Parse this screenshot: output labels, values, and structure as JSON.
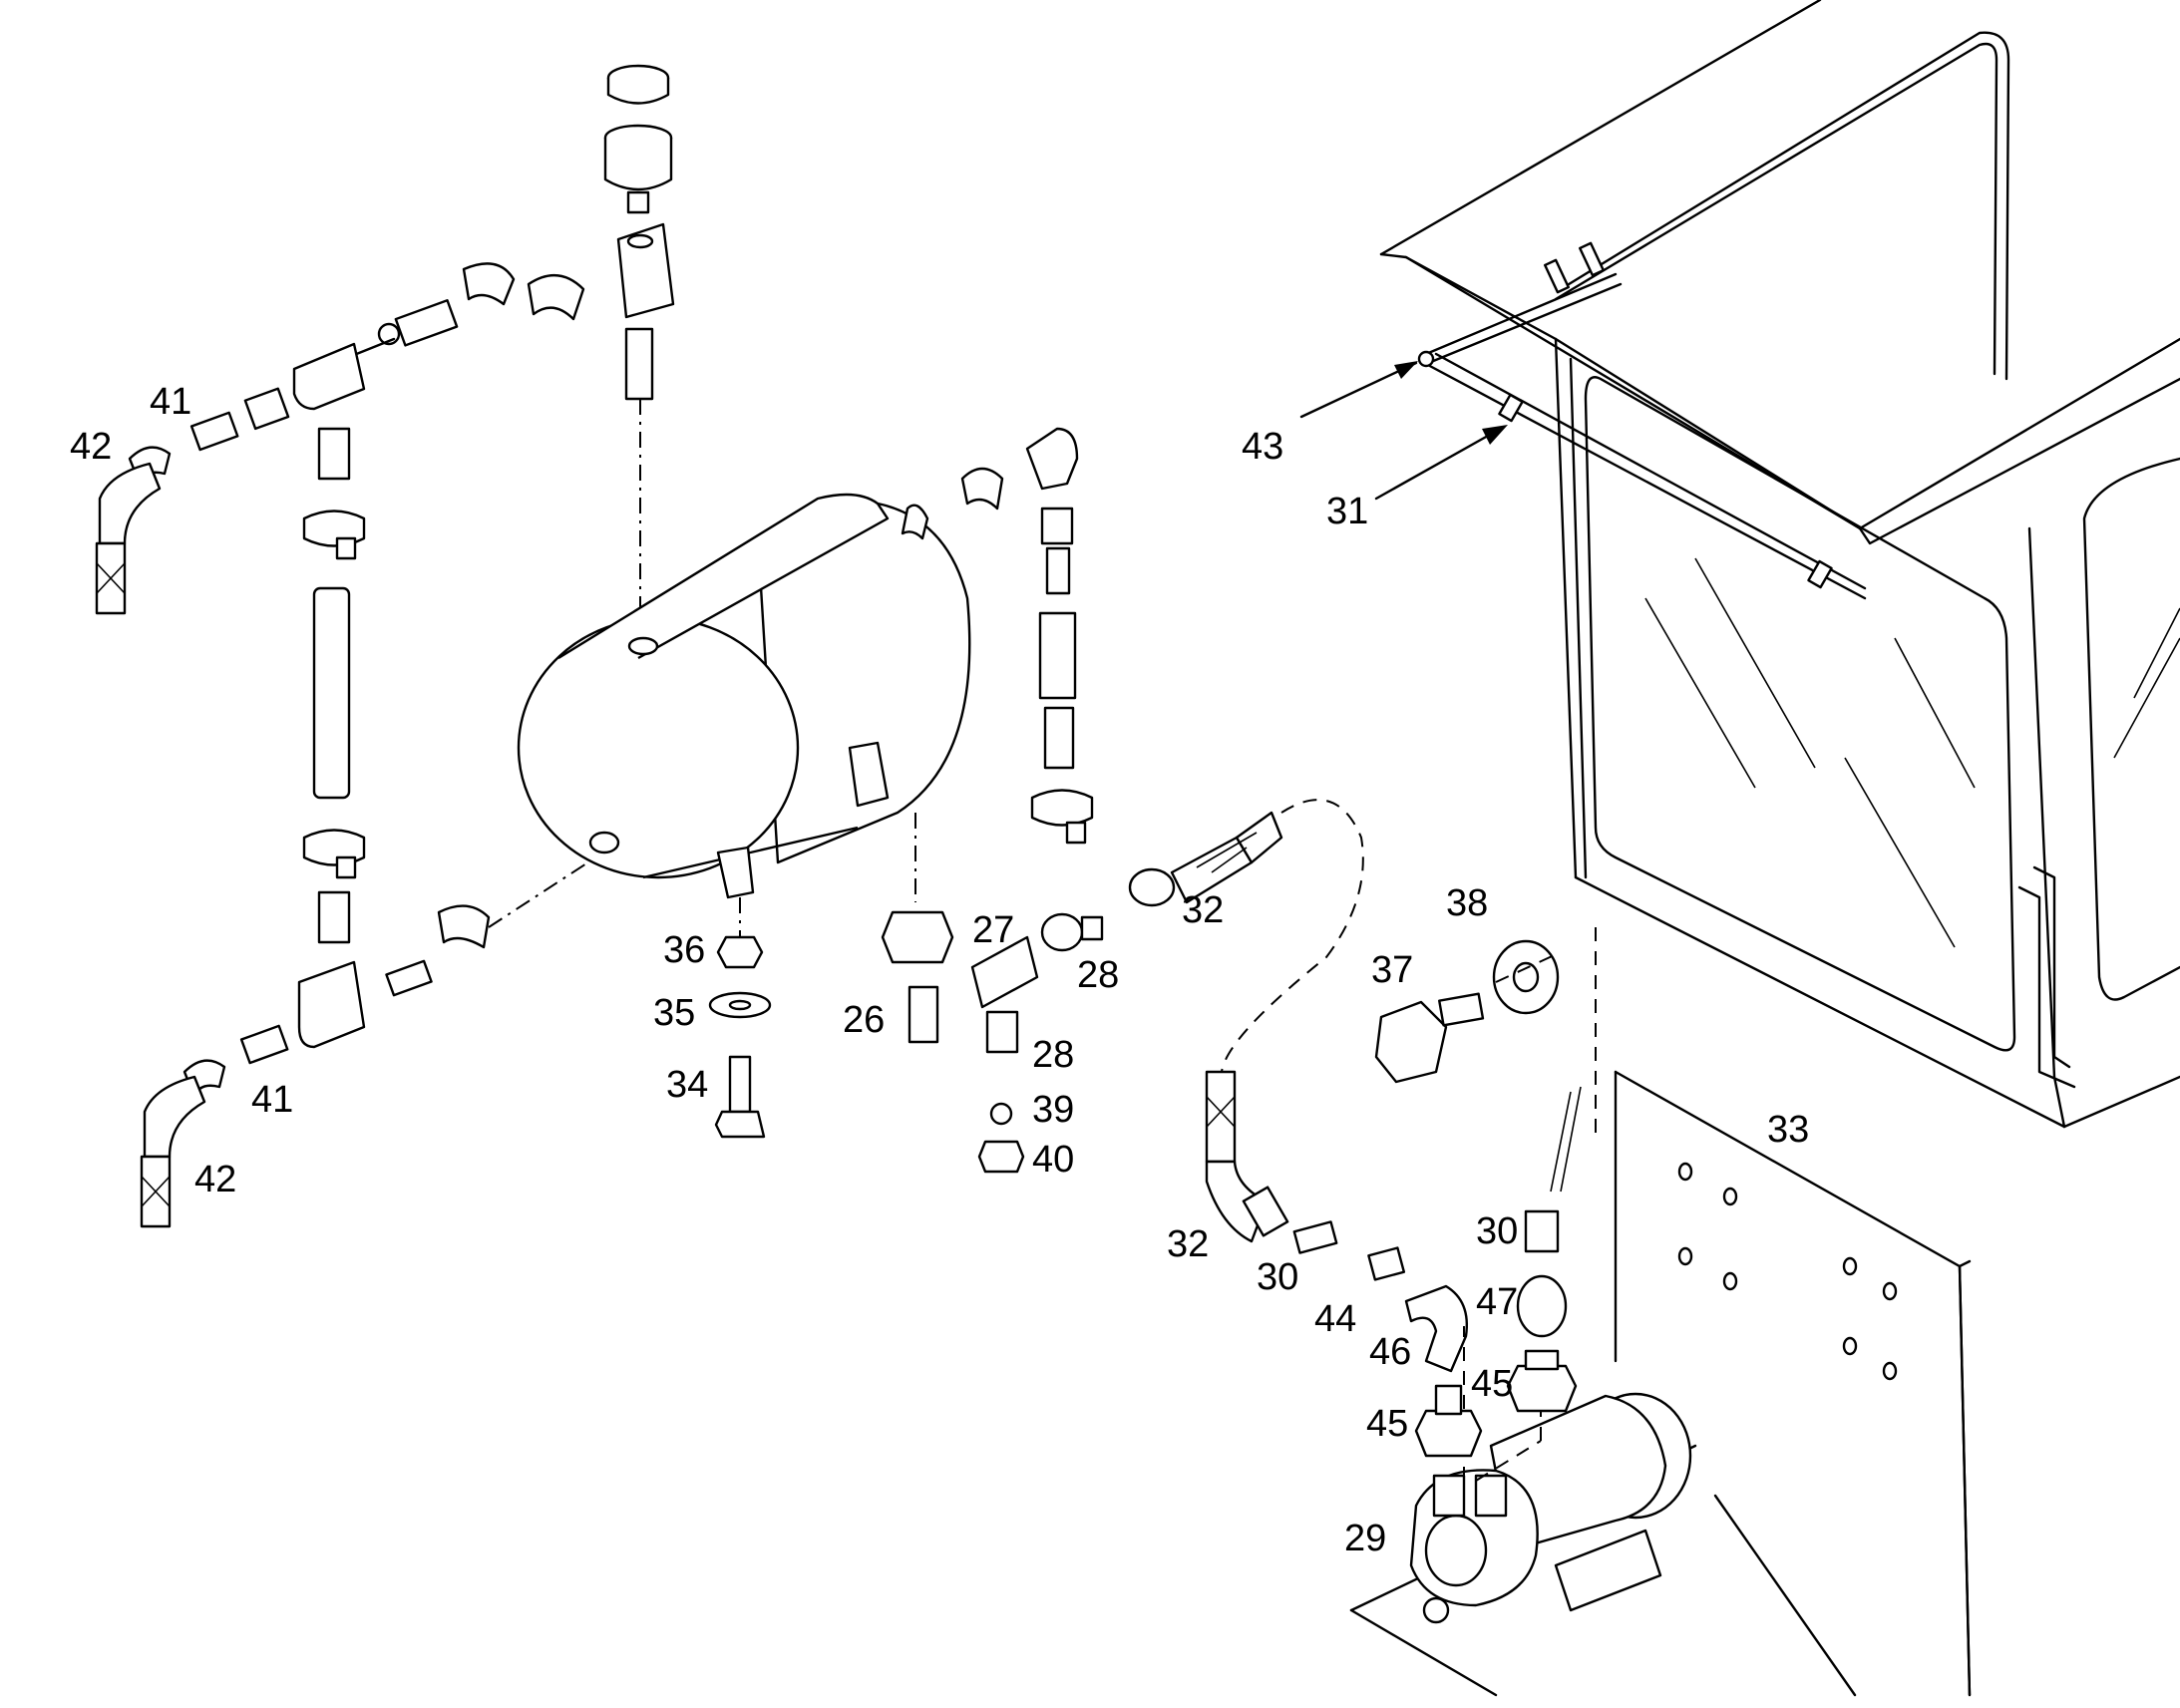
{
  "callouts": [
    {
      "id": "c41a",
      "label": "41"
    },
    {
      "id": "c42a",
      "label": "42"
    },
    {
      "id": "c41b",
      "label": "41"
    },
    {
      "id": "c42b",
      "label": "42"
    },
    {
      "id": "c43",
      "label": "43"
    },
    {
      "id": "c31",
      "label": "31"
    },
    {
      "id": "c32a",
      "label": "32"
    },
    {
      "id": "c38",
      "label": "38"
    },
    {
      "id": "c37",
      "label": "37"
    },
    {
      "id": "c36",
      "label": "36"
    },
    {
      "id": "c35",
      "label": "35"
    },
    {
      "id": "c34",
      "label": "34"
    },
    {
      "id": "c27",
      "label": "27"
    },
    {
      "id": "c28a",
      "label": "28"
    },
    {
      "id": "c26",
      "label": "26"
    },
    {
      "id": "c28b",
      "label": "28"
    },
    {
      "id": "c39",
      "label": "39"
    },
    {
      "id": "c40",
      "label": "40"
    },
    {
      "id": "c33",
      "label": "33"
    },
    {
      "id": "c32b",
      "label": "32"
    },
    {
      "id": "c30a",
      "label": "30"
    },
    {
      "id": "c30b",
      "label": "30"
    },
    {
      "id": "c44",
      "label": "44"
    },
    {
      "id": "c47",
      "label": "47"
    },
    {
      "id": "c46",
      "label": "46"
    },
    {
      "id": "c45a",
      "label": "45"
    },
    {
      "id": "c45b",
      "label": "45"
    },
    {
      "id": "c29",
      "label": "29"
    }
  ]
}
